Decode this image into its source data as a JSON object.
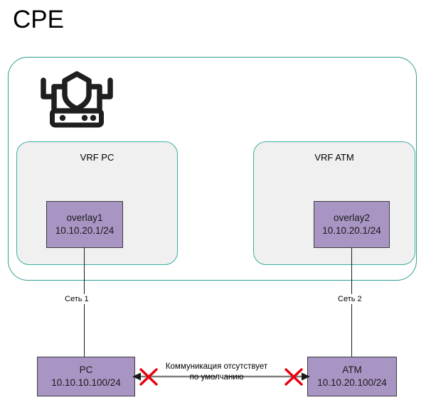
{
  "diagram": {
    "title": "CPE",
    "container": {
      "name": "cpe-container",
      "border_color": "#2f9e8f",
      "fill_color": "#ffffff"
    },
    "device_icon": {
      "name": "router-shield-icon",
      "color": "#1f1f1f"
    },
    "vrfs": [
      {
        "id": "vrf-pc",
        "label": "VRF PC",
        "border_color": "#3bb0a2",
        "fill_color": "#f0f0f0",
        "interface": {
          "id": "overlay1",
          "name": "overlay1",
          "address": "10.10.20.1/24",
          "fill_color": "#a995c4",
          "border_color": "#3b3b3b"
        }
      },
      {
        "id": "vrf-atm",
        "label": "VRF ATM",
        "border_color": "#3bb0a2",
        "fill_color": "#f0f0f0",
        "interface": {
          "id": "overlay2",
          "name": "overlay2",
          "address": "10.10.20.1/24",
          "fill_color": "#a995c4",
          "border_color": "#3b3b3b"
        }
      }
    ],
    "networks": [
      {
        "id": "net-1",
        "label": "Сеть 1"
      },
      {
        "id": "net-2",
        "label": "Сеть 2"
      }
    ],
    "hosts": [
      {
        "id": "host-pc",
        "name": "PC",
        "address": "10.10.10.100/24",
        "fill_color": "#a995c4",
        "border_color": "#3b3b3b"
      },
      {
        "id": "host-atm",
        "name": "ATM",
        "address": "10.10.20.100/24",
        "fill_color": "#a995c4",
        "border_color": "#3b3b3b"
      }
    ],
    "blocked_link": {
      "id": "blocked-communication",
      "line_color": "#7f7f7f",
      "cross_color": "#e8000d",
      "text_line_1": "Коммуникация отсутствует",
      "text_line_2": "по умолчанию"
    }
  }
}
